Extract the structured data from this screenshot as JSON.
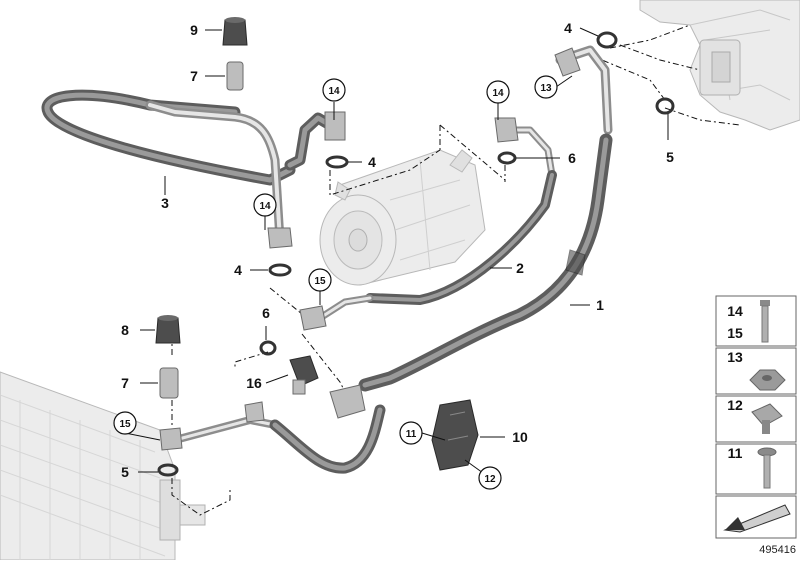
{
  "callouts": [
    {
      "id": "c9",
      "text": "9",
      "circled": false
    },
    {
      "id": "c7a",
      "text": "7",
      "circled": false
    },
    {
      "id": "c3",
      "text": "3",
      "circled": false
    },
    {
      "id": "c14a",
      "text": "14",
      "circled": true
    },
    {
      "id": "c4a",
      "text": "4",
      "circled": false
    },
    {
      "id": "c14b",
      "text": "14",
      "circled": true
    },
    {
      "id": "c4b",
      "text": "4",
      "circled": false
    },
    {
      "id": "c14c",
      "text": "14",
      "circled": true
    },
    {
      "id": "c6a",
      "text": "6",
      "circled": false
    },
    {
      "id": "c4c",
      "text": "4",
      "circled": false
    },
    {
      "id": "c13",
      "text": "13",
      "circled": true
    },
    {
      "id": "c5a",
      "text": "5",
      "circled": false
    },
    {
      "id": "c2",
      "text": "2",
      "circled": false
    },
    {
      "id": "c1",
      "text": "1",
      "circled": false
    },
    {
      "id": "c15a",
      "text": "15",
      "circled": true
    },
    {
      "id": "c6b",
      "text": "6",
      "circled": false
    },
    {
      "id": "c8",
      "text": "8",
      "circled": false
    },
    {
      "id": "c7b",
      "text": "7",
      "circled": false
    },
    {
      "id": "c16",
      "text": "16",
      "circled": false
    },
    {
      "id": "c15b",
      "text": "15",
      "circled": true
    },
    {
      "id": "c5b",
      "text": "5",
      "circled": false
    },
    {
      "id": "c11",
      "text": "11",
      "circled": true
    },
    {
      "id": "c10",
      "text": "10",
      "circled": false
    },
    {
      "id": "c12",
      "text": "12",
      "circled": true
    }
  ],
  "legend": [
    {
      "id": "l14",
      "text": "14"
    },
    {
      "id": "l15",
      "text": "15"
    },
    {
      "id": "l13",
      "text": "13"
    },
    {
      "id": "l12",
      "text": "12"
    },
    {
      "id": "l11",
      "text": "11"
    }
  ],
  "diagram_id": "495416",
  "colors": {
    "line": "#111111",
    "hose": "#5d5d5d",
    "pipe": "#8d8d8d",
    "ghost": "#ececec"
  }
}
